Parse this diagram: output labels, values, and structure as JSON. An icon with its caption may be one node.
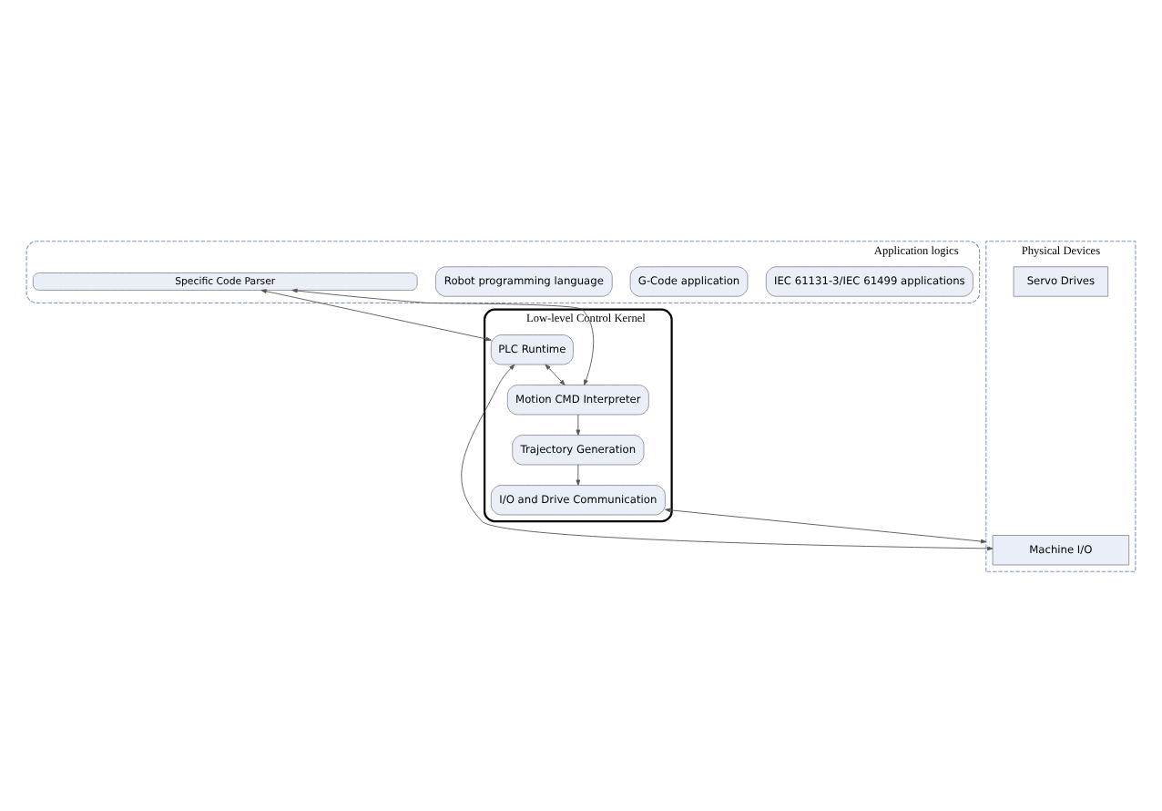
{
  "diagram": {
    "nodes": [
      {
        "text": [
          "Application logics"
        ]
      },
      {
        "text": [
          "IEC 61131-3/IEC 61499 applications"
        ],
        "in": 0
      },
      {
        "text": [
          "G-Code application"
        ],
        "in": 0
      },
      {
        "text": [
          "Robot programming language"
        ],
        "in": 0
      },
      {
        "text": [
          "Specific Code Parser"
        ],
        "in": 0
      },
      {
        "text": [
          "Low-level Control Kernel"
        ]
      },
      {
        "text": [
          "PLC Runtime"
        ],
        "in": 5
      },
      {
        "text": [
          "Motion CMD Interpreter"
        ],
        "in": 5
      },
      {
        "text": [
          "Trajectory Generation"
        ],
        "in": 5
      },
      {
        "text": [
          "I/O and Drive Communication"
        ],
        "in": 5
      },
      {
        "text": [
          "Physical Devices"
        ]
      },
      {
        "text": [
          "Machine I/O"
        ],
        "in": 10
      },
      {
        "text": [
          "Servo Drives"
        ],
        "in": 10
      }
    ],
    "edges": [
      {
        "from": 4,
        "to": 6,
        "arrow": "both"
      },
      {
        "from": 4,
        "to": 7,
        "arrow": "both"
      },
      {
        "from": 6,
        "to": 7,
        "arrow": "both"
      },
      {
        "from": 7,
        "to": 8,
        "arrow": "to"
      },
      {
        "from": 8,
        "to": 9,
        "arrow": "to"
      },
      {
        "from": 9,
        "to": 10,
        "arrow": "both"
      },
      {
        "from": 6,
        "to": 11,
        "arrow": "both"
      }
    ]
  }
}
